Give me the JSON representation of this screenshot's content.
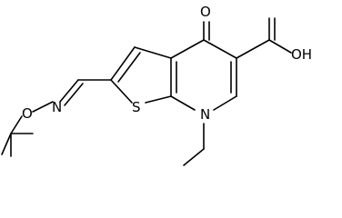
{
  "structure": {
    "atoms": {
      "carbonyl_oxygen": "O",
      "carboxyl_oh": "OH",
      "thiophene_sulfur": "S",
      "ring_nitrogen": "N",
      "oxime_nitrogen": "N",
      "oxime_oxygen": "O"
    }
  },
  "colors": {
    "ink": "#000000",
    "background": "#ffffff"
  }
}
